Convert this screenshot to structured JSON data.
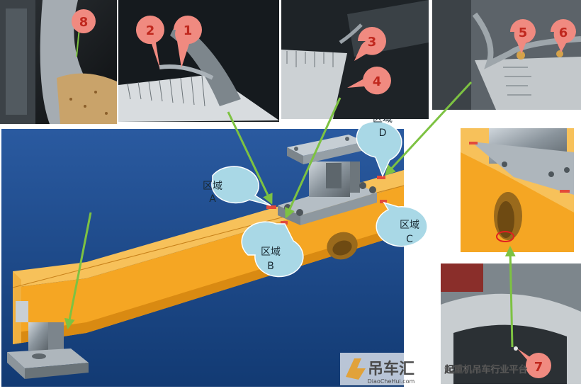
{
  "photo_markers": [
    {
      "id": "marker-8",
      "label": "8"
    },
    {
      "id": "marker-2",
      "label": "2"
    },
    {
      "id": "marker-1",
      "label": "1"
    },
    {
      "id": "marker-3",
      "label": "3"
    },
    {
      "id": "marker-4",
      "label": "4"
    },
    {
      "id": "marker-5",
      "label": "5"
    },
    {
      "id": "marker-6",
      "label": "6"
    },
    {
      "id": "marker-7",
      "label": "7"
    }
  ],
  "zones": {
    "a": {
      "line1": "区域",
      "line2": "A"
    },
    "b": {
      "line1": "区域",
      "line2": "B"
    },
    "c": {
      "line1": "区域",
      "line2": "C"
    },
    "d": {
      "line1": "区域",
      "line2": "D"
    }
  },
  "watermark": {
    "brand": "吊车汇",
    "domain": "DiaoCheHui.com",
    "slogan": "起重机吊车行业平台"
  },
  "colors": {
    "beam_orange": "#f5a623",
    "background_blue": "#1f4c8e",
    "callout_fill": "#a9d8e6",
    "marker_red": "#e24a3b",
    "arrow_green": "#7dc242",
    "defect_red": "#e02020"
  }
}
